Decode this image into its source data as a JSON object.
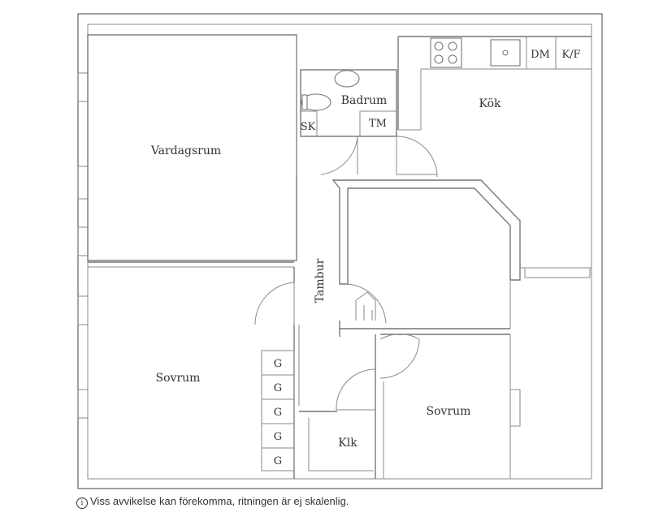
{
  "rooms": {
    "vardagsrum": "Vardagsrum",
    "badrum": "Badrum",
    "kok": "Kök",
    "tambur": "Tambur",
    "sovrum_left": "Sovrum",
    "sovrum_right": "Sovrum",
    "klk": "Klk"
  },
  "fixtures": {
    "sk": "SK",
    "tm": "TM",
    "dm": "DM",
    "kf": "K/F",
    "wardrobe": [
      "G",
      "G",
      "G",
      "G",
      "G"
    ]
  },
  "disclaimer": {
    "icon": "info-icon",
    "text": "Viss avvikelse kan förekomma, ritningen är ej skalenlig."
  }
}
